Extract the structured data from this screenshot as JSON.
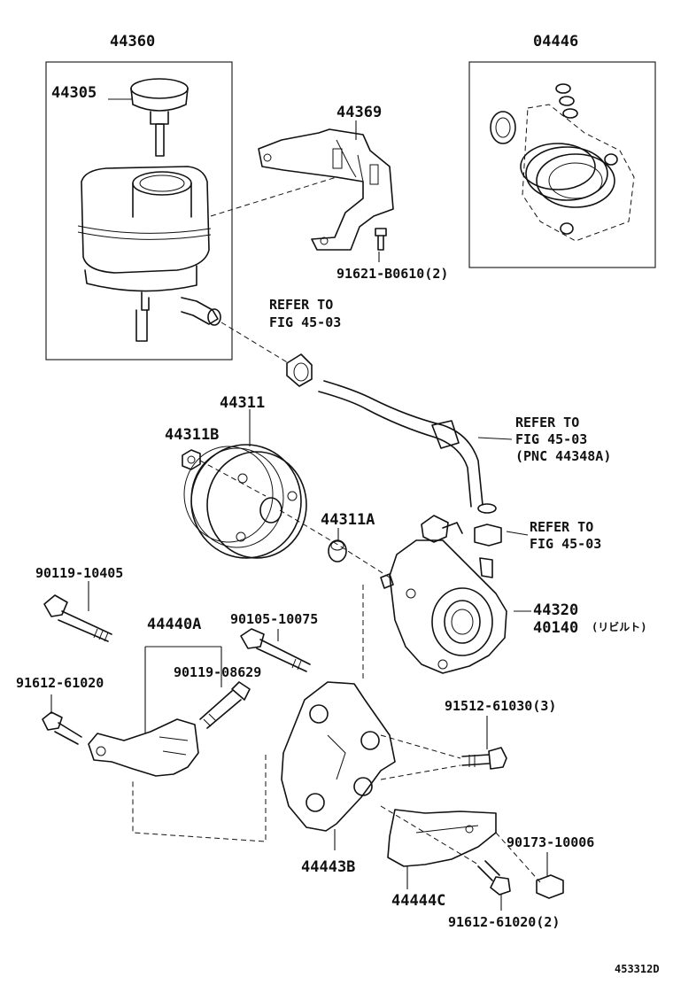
{
  "labels": {
    "reservoir_assy": "44360",
    "reservoir_cap": "44305",
    "reservoir_bracket": "44369",
    "bracket_bolt": "91621-B0610(2)",
    "repair_kit": "04446",
    "refer_hose_top_1": "REFER TO",
    "refer_hose_top_2": "FIG 45-03",
    "pulley": "44311",
    "pulley_nut": "44311B",
    "pulley_key": "44311A",
    "refer_hose_right_1": "REFER TO",
    "refer_hose_right_2": "FIG 45-03",
    "refer_hose_right_3": "(PNC 44348A)",
    "refer_clamp_1": "REFER TO",
    "refer_clamp_2": "FIG 45-03",
    "bolt_1": "90119-10405",
    "adjust_bar": "44440A",
    "bolt_2": "90105-10075",
    "bolt_3": "90119-08629",
    "bolt_4": "91612-61020",
    "pump_assy": "44320",
    "pump_rebuilt": "40140",
    "pump_rebuilt_note": "(リビルト)",
    "bolt_5": "91512-61030(3)",
    "pump_bracket": "44443B",
    "nut_1": "90173-10006",
    "stay": "44444C",
    "bolt_6": "91612-61020(2)",
    "figure_code": "453312D"
  },
  "colors": {
    "ink": "#111111",
    "paper": "#ffffff"
  }
}
